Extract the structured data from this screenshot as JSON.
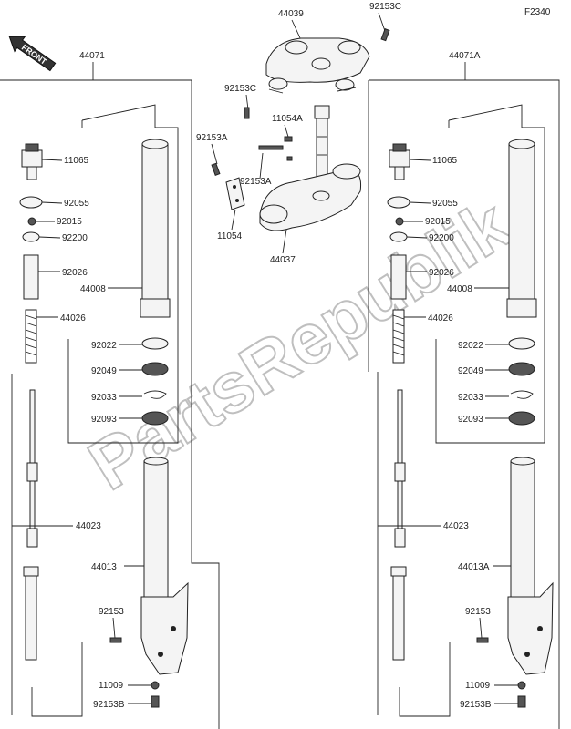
{
  "diagram_code": "F2340",
  "front_arrow": "FRONT",
  "watermark": "PartsRepublik",
  "labels": {
    "p44039": "44039",
    "p92153C_top": "92153C",
    "p44071": "44071",
    "p44071A": "44071A",
    "p92153C_mid": "92153C",
    "p11054A": "11054A",
    "p92153A_a": "92153A",
    "p92153A_b": "92153A",
    "p11054": "11054",
    "p44037": "44037",
    "L11065": "11065",
    "L92055": "92055",
    "L92015": "92015",
    "L92200": "92200",
    "L92026": "92026",
    "L44008": "44008",
    "L44026": "44026",
    "L92022": "92022",
    "L92049": "92049",
    "L92033": "92033",
    "L92093": "92093",
    "L44023": "44023",
    "L44013": "44013",
    "L92153": "92153",
    "L11009": "11009",
    "L92153B": "92153B",
    "R11065": "11065",
    "R92055": "92055",
    "R92015": "92015",
    "R92200": "92200",
    "R92026": "92026",
    "R44008": "44008",
    "R44026": "44026",
    "R92022": "92022",
    "R92049": "92049",
    "R92033": "92033",
    "R92093": "92093",
    "R44023": "44023",
    "R44013A": "44013A",
    "R92153": "92153",
    "R11009": "11009",
    "R92153B": "92153B"
  }
}
